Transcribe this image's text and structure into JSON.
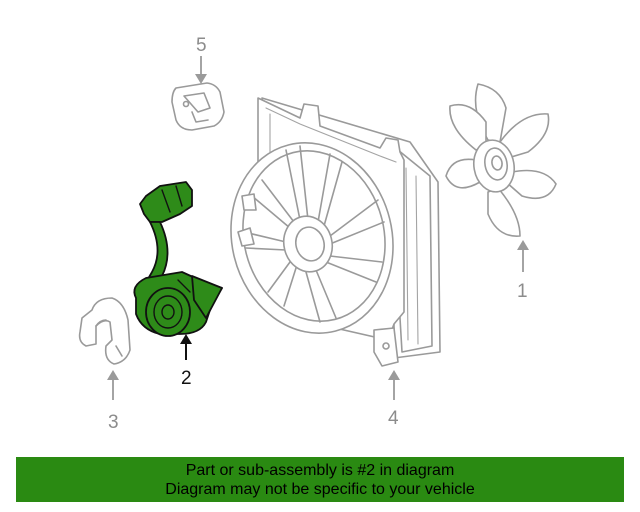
{
  "callouts": {
    "c1": "1",
    "c2": "2",
    "c3": "3",
    "c4": "4",
    "c5": "5"
  },
  "highlight": {
    "part_number": "2",
    "color": "#2a8a12"
  },
  "banner": {
    "line1": "Part or sub-assembly is #2 in diagram",
    "line2": "Diagram may not be specific to your vehicle"
  }
}
